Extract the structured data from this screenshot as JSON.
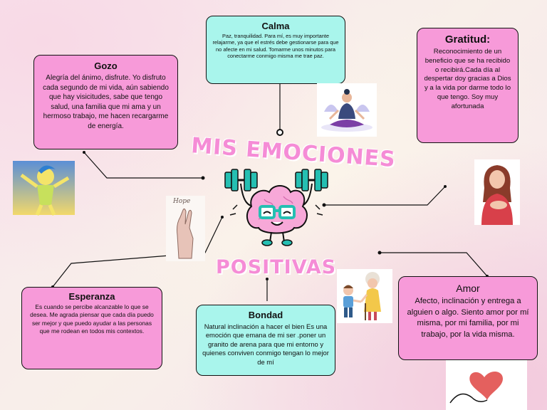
{
  "title_line1": "MIS EMOCIONES",
  "title_line2": "POSITIVAS",
  "boxes": {
    "calma": {
      "title": "Calma",
      "text": "Paz, tranquilidad. Para mí, es muy importante relajarme, ya que el estrés debe gestionarse para que no afecte en mi salud. Tomarme unos minutos para conectarme conmigo misma me trae paz."
    },
    "gozo": {
      "title": "Gozo",
      "text": "Alegría del ánimo, disfrute. Yo disfruto cada segundo de mi vida, aún sabiendo que hay visicitudes, sabe que tengo salud, una familia que mi ama y un hermoso trabajo, me hacen recargarme de energía."
    },
    "gratitud": {
      "title": "Gratitud:",
      "text": "Reconocimiento de un beneficio que se ha recibido o recibirá.Cada día al despertar doy gracias a Dios y a la vida por darme todo lo que tengo. Soy muy afortunada"
    },
    "esperanza": {
      "title": "Esperanza",
      "text": "Es cuando se percibe alcanzable lo que se desea. Me agrada piensar que cada día  puedo ser mejor  y que puedo ayudar a las personas que me rodean en todos mis contextos."
    },
    "bondad": {
      "title": "Bondad",
      "text": "Natural inclinación a hacer el bien Es una emoción que emana de mi ser .poner un granito de arena para que mi entorno y quienes conviven conmigo tengan lo mejor de mí"
    },
    "amor": {
      "title": "Amor",
      "text": "Afecto, inclinación y entrega a alguien o algo. Siento amor por mí misma, por mi familia, por mi trabajo, por la vida misma."
    }
  },
  "hope_sticker": "Hope",
  "colors": {
    "pink_box": "#f79ad9",
    "mint_box": "#a9f5ec",
    "title_pink": "#f58cd6",
    "brain_pink": "#f7a8d8",
    "teal": "#25bfb2"
  }
}
